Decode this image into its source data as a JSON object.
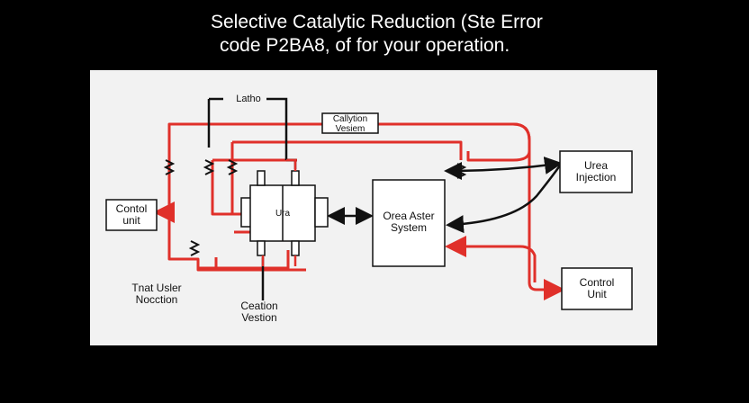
{
  "title": {
    "line1": "Selective Catalytic Reduction (Ste Error",
    "line2": "code P2BA8, of for your operation."
  },
  "labels": {
    "latho": "Latho",
    "catalytic_system": "Callytion\nVesiem",
    "urea_block": "Ura",
    "urea_injection": "Urea\nInjection",
    "control_unit_left": "Contol\nunit",
    "urea_assembly_system": "Orea Aster\nSystem",
    "control_unit_right": "Control\nUnit",
    "treat_user_nocction": "Tnat Usler\nNocction",
    "ceation_vestion": "Ceation\nVestion"
  },
  "colors": {
    "background": "#000000",
    "panel": "#f2f2f2",
    "wire_red": "#e0302a",
    "wire_black": "#111111",
    "title_text": "#ffffff"
  },
  "icons": {
    "resistor": "resistor-zigzag-icon",
    "arrow": "arrow-head-icon"
  }
}
